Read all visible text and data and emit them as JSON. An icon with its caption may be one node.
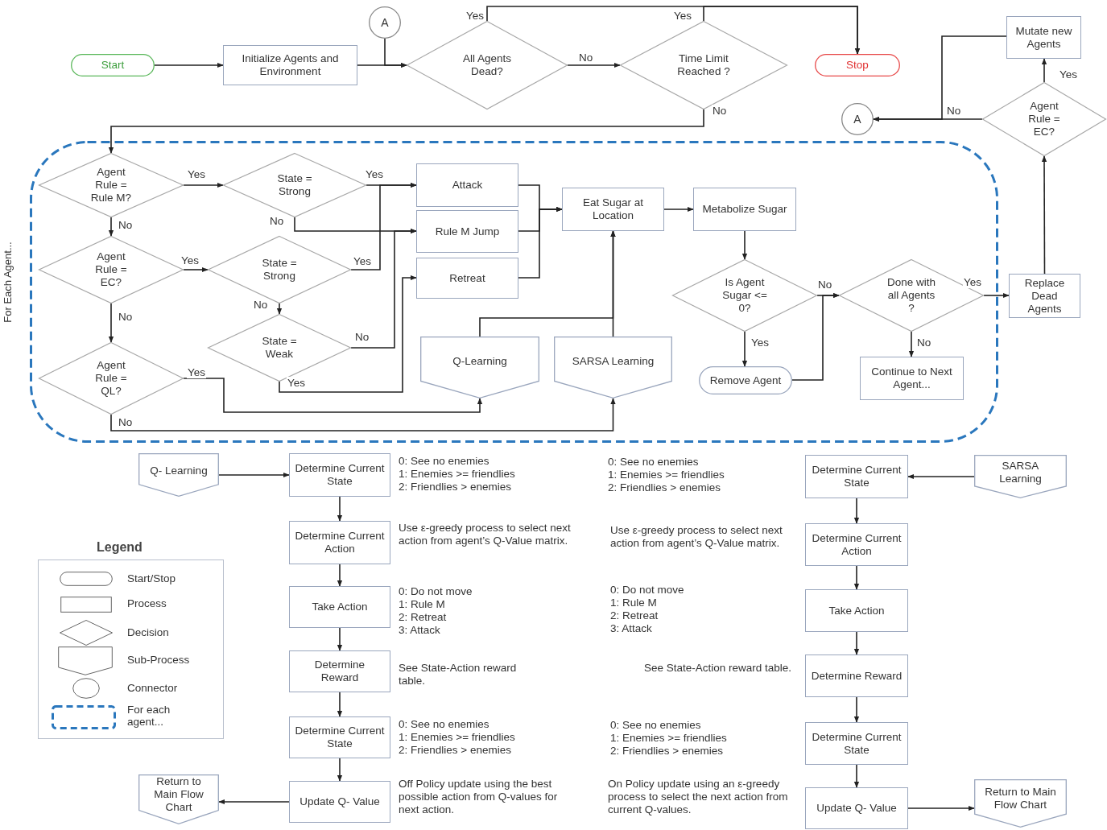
{
  "diagram": {
    "nodes": [
      {
        "text": [
          "Start"
        ]
      },
      {
        "text": [
          "Initialize Agents and Environment"
        ]
      },
      {
        "text": [
          "A"
        ]
      },
      {
        "text": [
          "All Agents Dead?"
        ]
      },
      {
        "text": [
          "Time Limit Reached ?"
        ]
      },
      {
        "text": [
          "Stop"
        ]
      },
      {
        "text": [
          "Mutate new Agents"
        ]
      },
      {
        "text": [
          "Agent Rule = EC?"
        ]
      },
      {
        "text": [
          "A"
        ]
      },
      {
        "text": [
          "For Each Agent..."
        ]
      },
      {
        "text": [
          "Agent Rule = Rule M?"
        ],
        "in": 9
      },
      {
        "text": [
          "State = Strong"
        ],
        "in": 9
      },
      {
        "text": [
          "Attack"
        ],
        "in": 9
      },
      {
        "text": [
          "Rule M Jump"
        ],
        "in": 9
      },
      {
        "text": [
          "Retreat"
        ],
        "in": 9
      },
      {
        "text": [
          "Eat Sugar at Location"
        ],
        "in": 9
      },
      {
        "text": [
          "Metabolize Sugar"
        ],
        "in": 9
      },
      {
        "text": [
          "Agent Rule = EC?"
        ],
        "in": 9
      },
      {
        "text": [
          "State = Strong"
        ],
        "in": 9
      },
      {
        "text": [
          "State = Weak"
        ],
        "in": 9
      },
      {
        "text": [
          "Q-Learning"
        ],
        "in": 9
      },
      {
        "text": [
          "SARSA Learning"
        ],
        "in": 9
      },
      {
        "text": [
          "Is Agent Sugar <= 0?"
        ],
        "in": 9
      },
      {
        "text": [
          "Done with all Agents ?"
        ],
        "in": 9
      },
      {
        "text": [
          "Agent Rule = QL?"
        ],
        "in": 9
      },
      {
        "text": [
          "Remove Agent"
        ],
        "in": 9
      },
      {
        "text": [
          "Continue to Next Agent..."
        ],
        "in": 9
      },
      {
        "text": [
          "Replace Dead Agents"
        ]
      },
      {
        "text": [
          "Q- Learning"
        ]
      },
      {
        "text": [
          "Determine Current State"
        ],
        "beside": [
          "0: See no enemies",
          "1: Enemies >= friendlies",
          "2: Friendlies > enemies"
        ]
      },
      {
        "text": [
          "Determine Current Action"
        ],
        "beside": [
          "Use ε-greedy process to select next action from agent’s Q-Value matrix."
        ]
      },
      {
        "text": [
          "Take Action"
        ],
        "beside": [
          "0: Do not move",
          "1: Rule M",
          "2: Retreat",
          "3: Attack"
        ]
      },
      {
        "text": [
          "Determine Reward"
        ],
        "beside": [
          "See State-Action reward table."
        ]
      },
      {
        "text": [
          "Determine Current State"
        ],
        "beside": [
          "0: See no enemies",
          "1: Enemies >= friendlies",
          "2: Friendlies > enemies"
        ]
      },
      {
        "text": [
          "Update Q- Value"
        ],
        "beside": [
          "Off Policy update using the best possible action from Q-values for next action."
        ]
      },
      {
        "text": [
          "Return to Main Flow Chart"
        ]
      },
      {
        "text": [
          "SARSA Learning"
        ]
      },
      {
        "text": [
          "Determine Current State"
        ],
        "beside": [
          "0: See no enemies",
          "1: Enemies >= friendlies",
          "2: Friendlies > enemies"
        ]
      },
      {
        "text": [
          "Determine Current Action"
        ],
        "beside": [
          "Use ε-greedy process to select next action from agent’s Q-Value matrix."
        ]
      },
      {
        "text": [
          "Take Action"
        ],
        "beside": [
          "0: Do not move",
          "1: Rule M",
          "2: Retreat",
          "3: Attack"
        ]
      },
      {
        "text": [
          "Determine Reward"
        ],
        "beside": [
          "See State-Action reward table."
        ]
      },
      {
        "text": [
          "Determine Current State"
        ],
        "beside": [
          "0: See no enemies",
          "1: Enemies >= friendlies",
          "2: Friendlies > enemies"
        ]
      },
      {
        "text": [
          "Update Q- Value"
        ],
        "beside": [
          "On Policy update using an ε-greedy process to select the next action from current Q-values."
        ]
      },
      {
        "text": [
          "Return to Main Flow Chart"
        ]
      }
    ],
    "edges": [
      {
        "from": 0,
        "to": 1,
        "arrow": "to"
      },
      {
        "from": 1,
        "to": 3,
        "arrow": "to"
      },
      {
        "from": 2,
        "to": 3,
        "arrow": "to"
      },
      {
        "from": 3,
        "to": 5,
        "arrow": "to",
        "label": "Yes"
      },
      {
        "from": 3,
        "to": 4,
        "arrow": "to",
        "label": "No"
      },
      {
        "from": 4,
        "to": 5,
        "arrow": "to",
        "label": "Yes"
      },
      {
        "from": 4,
        "to": 10,
        "arrow": "to",
        "label": "No"
      },
      {
        "from": 7,
        "to": 6,
        "arrow": "to",
        "label": "Yes"
      },
      {
        "from": 7,
        "to": 8,
        "arrow": "to",
        "label": "No"
      },
      {
        "from": 6,
        "to": 8,
        "arrow": "to"
      },
      {
        "from": 27,
        "to": 7,
        "arrow": "to"
      },
      {
        "from": 10,
        "to": 11,
        "arrow": "to",
        "label": "Yes"
      },
      {
        "from": 10,
        "to": 17,
        "arrow": "to",
        "label": "No"
      },
      {
        "from": 11,
        "to": 12,
        "arrow": "to",
        "label": "Yes"
      },
      {
        "from": 11,
        "to": 13,
        "arrow": "to",
        "label": "No"
      },
      {
        "from": 18,
        "to": 12,
        "arrow": "to",
        "label": "Yes"
      },
      {
        "from": 19,
        "to": 13,
        "arrow": "to",
        "label": "No"
      },
      {
        "from": 19,
        "to": 14,
        "arrow": "to",
        "label": "Yes"
      },
      {
        "from": 18,
        "to": 19,
        "arrow": "to",
        "label": "No"
      },
      {
        "from": 17,
        "to": 18,
        "arrow": "to",
        "label": "Yes"
      },
      {
        "from": 17,
        "to": 24,
        "arrow": "to",
        "label": "No"
      },
      {
        "from": 24,
        "to": 20,
        "arrow": "to",
        "label": "Yes"
      },
      {
        "from": 24,
        "to": 21,
        "arrow": "to",
        "label": "No"
      },
      {
        "from": 12,
        "to": 15,
        "arrow": "to"
      },
      {
        "from": 13,
        "to": 15,
        "arrow": "to"
      },
      {
        "from": 14,
        "to": 15,
        "arrow": "to"
      },
      {
        "from": 20,
        "to": 15,
        "arrow": "to"
      },
      {
        "from": 21,
        "to": 15,
        "arrow": "to"
      },
      {
        "from": 15,
        "to": 16,
        "arrow": "to"
      },
      {
        "from": 16,
        "to": 22,
        "arrow": "to"
      },
      {
        "from": 22,
        "to": 25,
        "arrow": "to",
        "label": "Yes"
      },
      {
        "from": 22,
        "to": 23,
        "arrow": "to",
        "label": "No"
      },
      {
        "from": 25,
        "to": 23,
        "arrow": "to"
      },
      {
        "from": 23,
        "to": 26,
        "arrow": "to",
        "label": "No"
      },
      {
        "from": 23,
        "to": 27,
        "arrow": "to",
        "label": "Yes"
      },
      {
        "from": 28,
        "to": 29,
        "arrow": "to"
      },
      {
        "from": 29,
        "to": 30,
        "arrow": "to"
      },
      {
        "from": 30,
        "to": 31,
        "arrow": "to"
      },
      {
        "from": 31,
        "to": 32,
        "arrow": "to"
      },
      {
        "from": 32,
        "to": 33,
        "arrow": "to"
      },
      {
        "from": 33,
        "to": 34,
        "arrow": "to"
      },
      {
        "from": 34,
        "to": 35,
        "arrow": "to"
      },
      {
        "from": 36,
        "to": 37,
        "arrow": "to"
      },
      {
        "from": 37,
        "to": 38,
        "arrow": "to"
      },
      {
        "from": 38,
        "to": 39,
        "arrow": "to"
      },
      {
        "from": 39,
        "to": 40,
        "arrow": "to"
      },
      {
        "from": 40,
        "to": 41,
        "arrow": "to"
      },
      {
        "from": 41,
        "to": 42,
        "arrow": "to"
      },
      {
        "from": 42,
        "to": 43,
        "arrow": "to"
      }
    ],
    "labels": [
      "Legend"
    ],
    "legend": [
      {
        "text": "Start/Stop"
      },
      {
        "text": "Process"
      },
      {
        "text": "Decision"
      },
      {
        "text": "Sub-Process"
      },
      {
        "text": "Connector"
      },
      {
        "text": "For each agent..."
      }
    ]
  }
}
